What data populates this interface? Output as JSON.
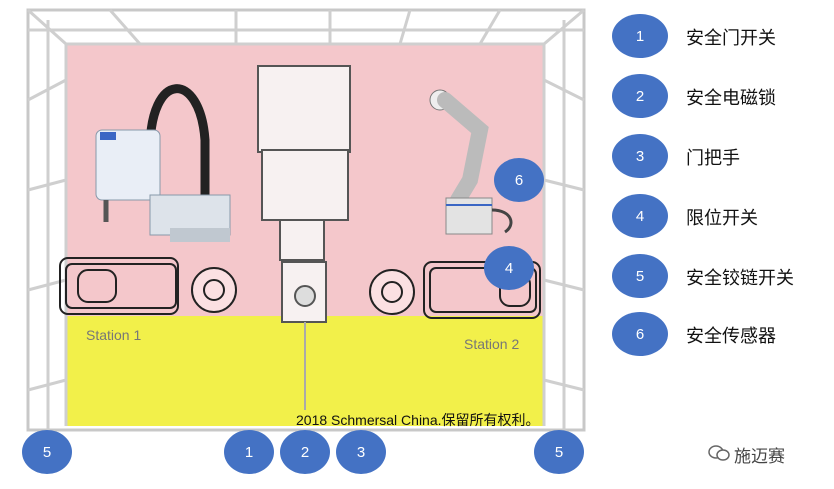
{
  "legend": [
    {
      "num": "1",
      "label": "安全门开关"
    },
    {
      "num": "2",
      "label": "安全电磁锁"
    },
    {
      "num": "3",
      "label": "门把手"
    },
    {
      "num": "4",
      "label": "限位开关"
    },
    {
      "num": "5",
      "label": "安全铰链开关"
    },
    {
      "num": "6",
      "label": "安全传感器"
    }
  ],
  "markers": [
    {
      "num": "6"
    },
    {
      "num": "4"
    },
    {
      "num": "5"
    },
    {
      "num": "1"
    },
    {
      "num": "2"
    },
    {
      "num": "3"
    },
    {
      "num": "5"
    }
  ],
  "stations": {
    "left": "Station 1",
    "right": "Station 2"
  },
  "copyright": "2018 Schmersal China.保留所有权利。",
  "watermark": "施迈赛",
  "colors": {
    "badge": "#4472c4",
    "robot_zone": "#f4c7cb",
    "operator_zone": "#f2f04a",
    "fence": "#c8c8c8"
  },
  "icons": [
    "wechat-icon"
  ]
}
